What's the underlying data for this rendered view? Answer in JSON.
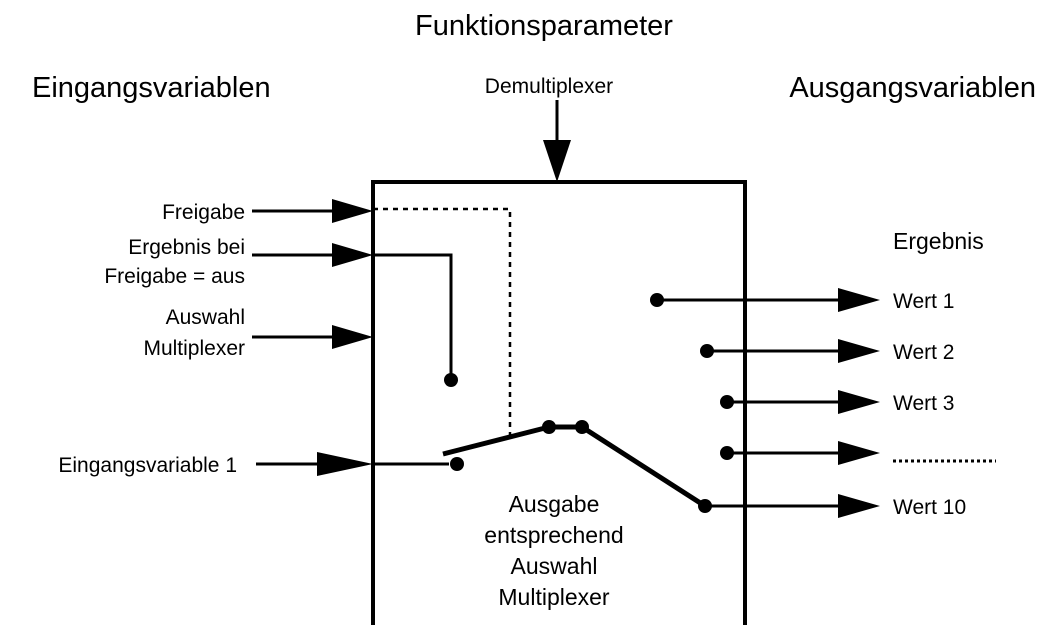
{
  "header": {
    "title": "Funktionsparameter",
    "left_heading": "Eingangsvariablen",
    "right_heading": "Ausgangsvariablen"
  },
  "parameter": {
    "label": "Demultiplexer"
  },
  "inputs": {
    "freigabe": "Freigabe",
    "ergebnis_line1": "Ergebnis bei",
    "ergebnis_line2": "Freigabe = aus",
    "auswahl_line1": "Auswahl",
    "auswahl_line2": "Multiplexer",
    "eingangsvariable": "Eingangsvariable 1"
  },
  "block": {
    "desc_line1": "Ausgabe",
    "desc_line2": "entsprechend",
    "desc_line3": "Auswahl",
    "desc_line4": "Multiplexer"
  },
  "outputs": {
    "heading": "Ergebnis",
    "items": [
      "Wert 1",
      "Wert 2",
      "Wert 3",
      "",
      "Wert 10"
    ]
  }
}
